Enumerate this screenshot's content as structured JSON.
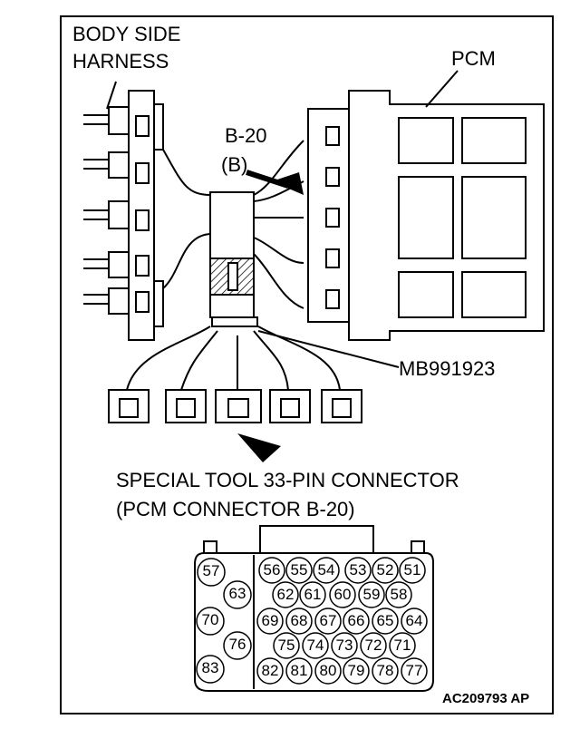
{
  "labels": {
    "body_side_harness_line1": "BODY SIDE",
    "body_side_harness_line2": "HARNESS",
    "pcm": "PCM",
    "connector_id_line1": "B-20",
    "connector_id_line2": "(B)",
    "tool_part_number": "MB991923",
    "caption_line1": "SPECIAL TOOL 33-PIN CONNECTOR",
    "caption_line2": "(PCM CONNECTOR B-20)",
    "figure_ref": "AC209793 AP"
  },
  "pins": {
    "p57": "57",
    "p63": "63",
    "p70": "70",
    "p76": "76",
    "p83": "83",
    "p56": "56",
    "p55": "55",
    "p54": "54",
    "p53": "53",
    "p52": "52",
    "p51": "51",
    "p62": "62",
    "p61": "61",
    "p60": "60",
    "p59": "59",
    "p58": "58",
    "p69": "69",
    "p68": "68",
    "p67": "67",
    "p66": "66",
    "p65": "65",
    "p64": "64",
    "p75": "75",
    "p74": "74",
    "p73": "73",
    "p72": "72",
    "p71": "71",
    "p82": "82",
    "p81": "81",
    "p80": "80",
    "p79": "79",
    "p78": "78",
    "p77": "77"
  }
}
